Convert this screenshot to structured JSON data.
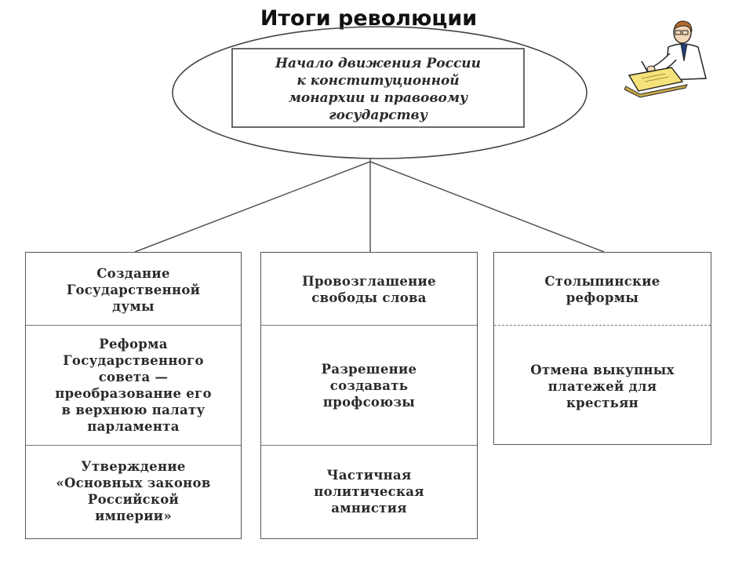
{
  "title": "Итоги революции",
  "root": {
    "text": "Начало движения России\nк конституционной\nмонархии и правовому\nгосударству"
  },
  "columns": [
    {
      "items": [
        "Создание\nГосударственной\nдумы",
        "Реформа\nГосударственного\nсовета —\nпреобразование его\nв верхнюю палату\nпарламента",
        "Утверждение\n«Основных законов\nРоссийской\nимперии»"
      ]
    },
    {
      "items": [
        "Провозглашение\nсвободы слова",
        "Разрешение\nсоздавать\nпрофсоюзы",
        "Частичная\nполитическая\nамнистия"
      ]
    },
    {
      "items": [
        "Столыпинские\nреформы",
        "Отмена выкупных\nплатежей для\nкрестьян"
      ]
    }
  ],
  "icons": {
    "clipart": "person-writing-icon"
  }
}
